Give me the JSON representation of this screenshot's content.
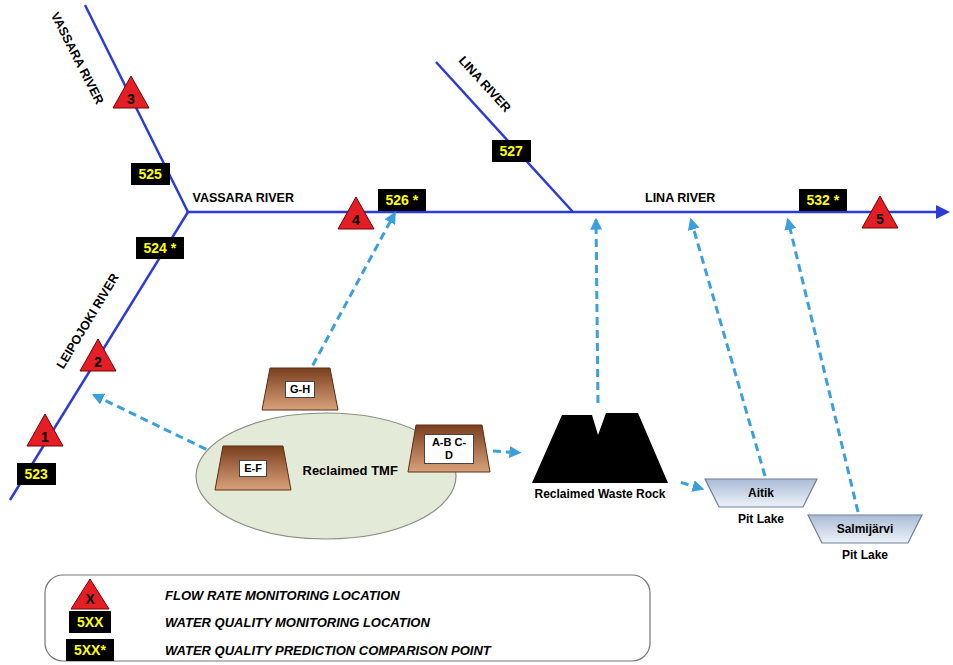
{
  "diagram": {
    "nodes": [
      {
        "text": [
          "3"
        ]
      },
      {
        "text": [
          "525"
        ]
      },
      {
        "text": [
          "524 *"
        ]
      },
      {
        "text": [
          "2"
        ]
      },
      {
        "text": [
          "1"
        ]
      },
      {
        "text": [
          "523"
        ]
      },
      {
        "text": [
          "4"
        ]
      },
      {
        "text": [
          "526 *"
        ]
      },
      {
        "text": [
          "527"
        ]
      },
      {
        "text": [
          "532 *"
        ]
      },
      {
        "text": [
          "5"
        ]
      },
      {
        "text": [
          "Reclaimed TMF"
        ]
      },
      {
        "text": [
          "G-H"
        ],
        "in": 11
      },
      {
        "text": [
          "E-F"
        ],
        "in": 11
      },
      {
        "text": [
          "A-B C-D"
        ],
        "in": 11
      },
      {
        "text": [
          "Reclaimed Waste Rock"
        ]
      },
      {
        "text": [
          "Aitik",
          "Pit Lake"
        ]
      },
      {
        "text": [
          "Salmijärvi",
          "Pit Lake"
        ]
      }
    ],
    "edges": [
      {
        "from": 12,
        "to": 7,
        "arrow": "to"
      },
      {
        "from": 14,
        "to": 15,
        "arrow": "to"
      },
      {
        "from": 15,
        "to": 16,
        "arrow": "to"
      }
    ],
    "labels": [
      "VASSARA RIVER",
      "VASSARA RIVER",
      "LINA RIVER",
      "LINA RIVER",
      "LEIPOJOKI RIVER",
      "X",
      "5XX",
      "5XX*"
    ],
    "legend": [
      {
        "text": "FLOW RATE MONITORING LOCATION"
      },
      {
        "text": "WATER QUALITY MONITORING LOCATION"
      },
      {
        "text": "WATER QUALITY PREDICTION COMPARISON POINT"
      }
    ]
  }
}
